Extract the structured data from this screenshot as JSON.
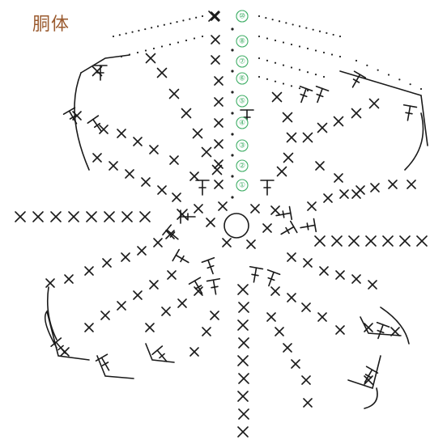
{
  "title": "胴体",
  "round_labels": [
    "①",
    "②",
    "③",
    "④",
    "⑤",
    "⑥",
    "⑦",
    "⑧",
    "⑨",
    "⑩"
  ],
  "center_ring": "magic-ring",
  "legs": 8,
  "colors": {
    "title": "#9a5a2e",
    "round_numbers": "#3fae66",
    "stitches": "#1a1a1a"
  },
  "stitch_symbols": [
    "single-crochet-x",
    "half-double-crochet-t",
    "chain-dot"
  ]
}
